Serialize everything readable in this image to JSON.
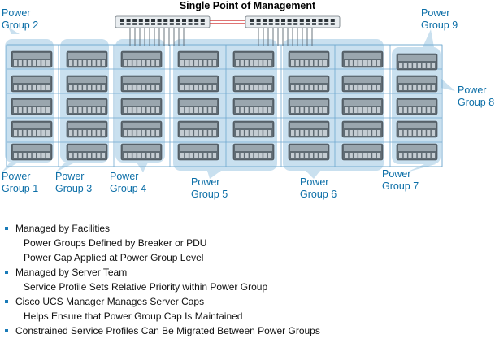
{
  "title": "Single Point of Management",
  "power_groups": [
    {
      "id": "pg1",
      "line1": "Power",
      "line2": "Group 1"
    },
    {
      "id": "pg2",
      "line1": "Power",
      "line2": "Group 2"
    },
    {
      "id": "pg3",
      "line1": "Power",
      "line2": "Group 3"
    },
    {
      "id": "pg4",
      "line1": "Power",
      "line2": "Group 4"
    },
    {
      "id": "pg5",
      "line1": "Power",
      "line2": "Group 5"
    },
    {
      "id": "pg6",
      "line1": "Power",
      "line2": "Group 6"
    },
    {
      "id": "pg7",
      "line1": "Power",
      "line2": "Group 7"
    },
    {
      "id": "pg8",
      "line1": "Power",
      "line2": "Group 8"
    },
    {
      "id": "pg9",
      "line1": "Power",
      "line2": "Group 9"
    }
  ],
  "bullets": [
    {
      "text": "Managed by Facilities",
      "subs": [
        "Power Groups Defined by Breaker or PDU",
        "Power Cap Applied at Power Group Level"
      ]
    },
    {
      "text": "Managed by Server Team",
      "subs": [
        "Service Profile Sets Relative Priority within Power Group"
      ]
    },
    {
      "text": "Cisco UCS Manager Manages Server Caps",
      "subs": [
        "Helps Ensure that Power Group Cap Is Maintained"
      ]
    },
    {
      "text": "Constrained Service Profiles Can Be Migrated Between Power Groups",
      "subs": []
    }
  ],
  "colors": {
    "accent": "#0b6ea7",
    "group_fill": "#c9e0ef",
    "rack_line": "#6fa8cf",
    "link": "#cc2222"
  }
}
